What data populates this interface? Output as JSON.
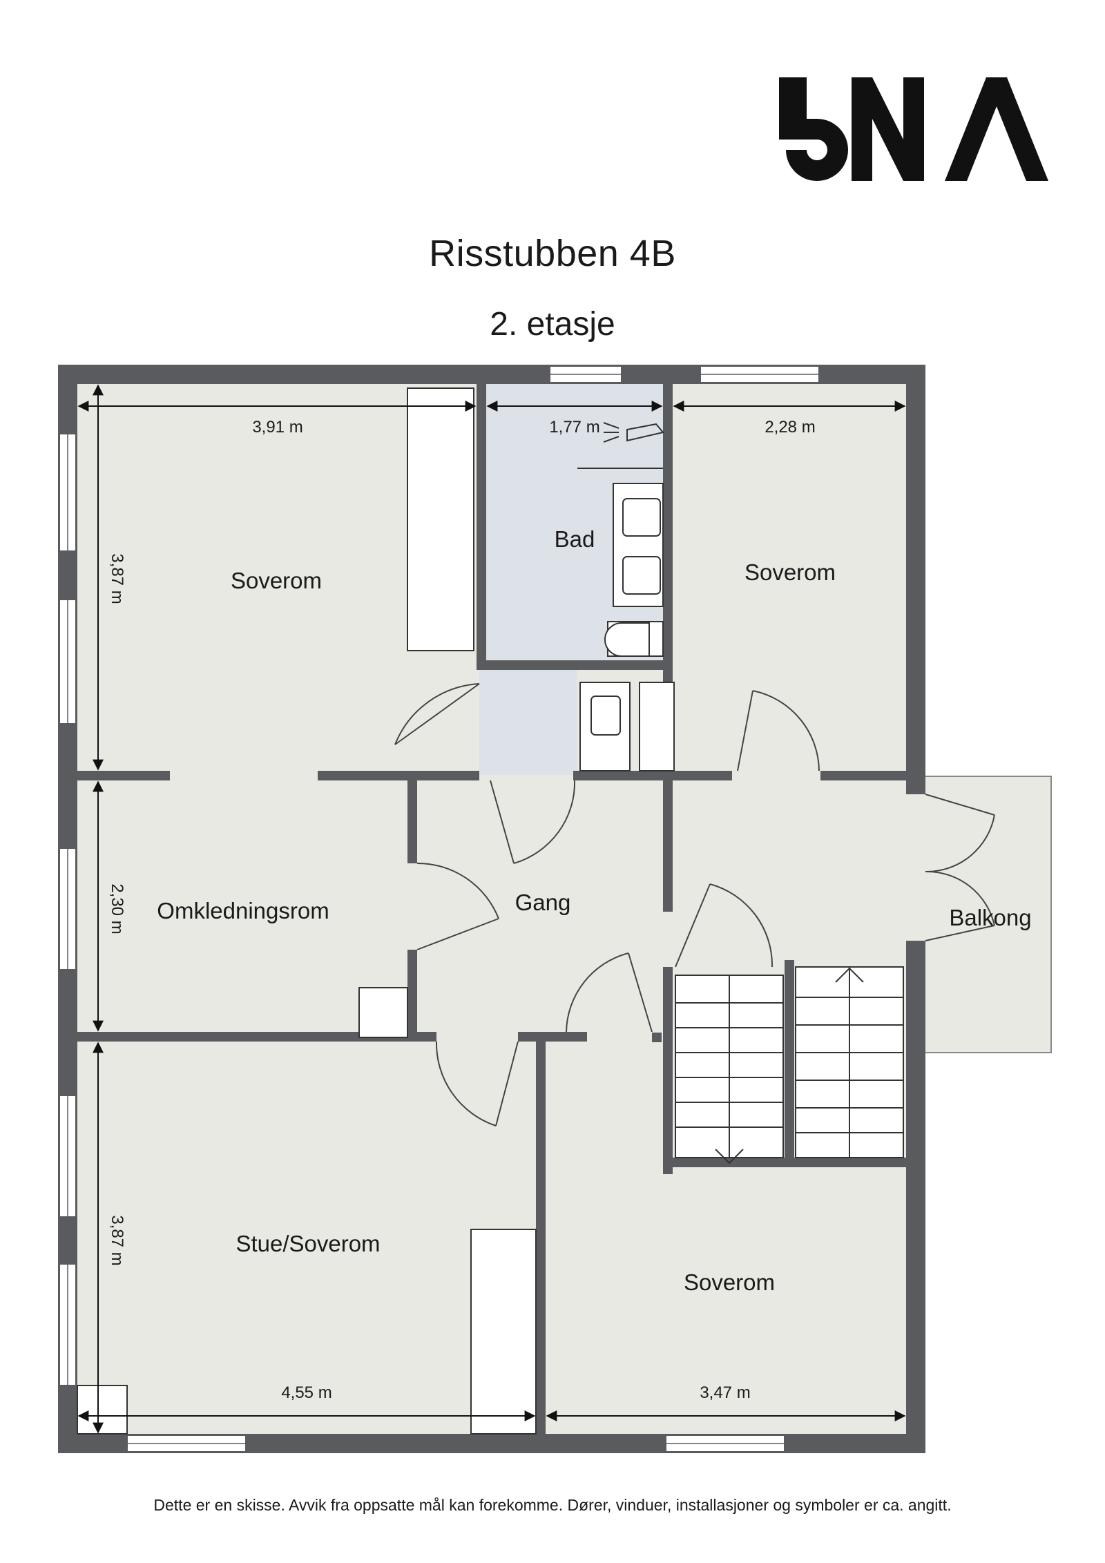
{
  "title": "Risstubben 4B",
  "subtitle": "2. etasje",
  "logo_text": "BNA",
  "rooms": {
    "soverom_top_left": "Soverom",
    "bad": "Bad",
    "soverom_top_right": "Soverom",
    "omkledningsrom": "Omkledningsrom",
    "gang": "Gang",
    "balkong": "Balkong",
    "stue_soverom": "Stue/Soverom",
    "soverom_bottom_right": "Soverom"
  },
  "dimensions": {
    "top_left_width": "3,91 m",
    "bad_width": "1,77 m",
    "top_right_width": "2,28 m",
    "top_left_height": "3,87 m",
    "omkledning_height": "2,30 m",
    "bottom_left_height": "3,87 m",
    "bottom_left_width": "4,55 m",
    "bottom_right_width": "3,47 m"
  },
  "disclaimer": "Dette er en skisse. Avvik fra oppsatte mål kan forekomme. Dører, vinduer, installasjoner og symboler er ca. angitt.",
  "colors": {
    "wall": "#5a5b5e",
    "floor": "#e9e9e4",
    "bathroom": "#dde1e8",
    "background": "#ffffff"
  }
}
